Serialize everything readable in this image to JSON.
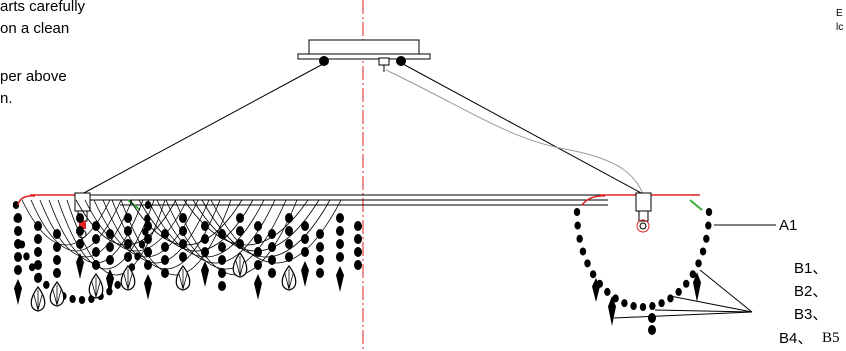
{
  "instructions": {
    "line1": "arts carefully",
    "line2": "on a clean",
    "line3": "per above",
    "line4": "n."
  },
  "right_note": {
    "line1": "E",
    "line2": "lc"
  },
  "labels": {
    "a1": "A1",
    "b1": "B1、",
    "b2": "B2、",
    "b3": "B3、",
    "b4": "B4、",
    "b5": "B5"
  },
  "colors": {
    "centerline": "#e02020",
    "bead": "#000000",
    "wire": "#000000",
    "cable": "#9a9a9a",
    "accent_green": "#3ab03a"
  }
}
